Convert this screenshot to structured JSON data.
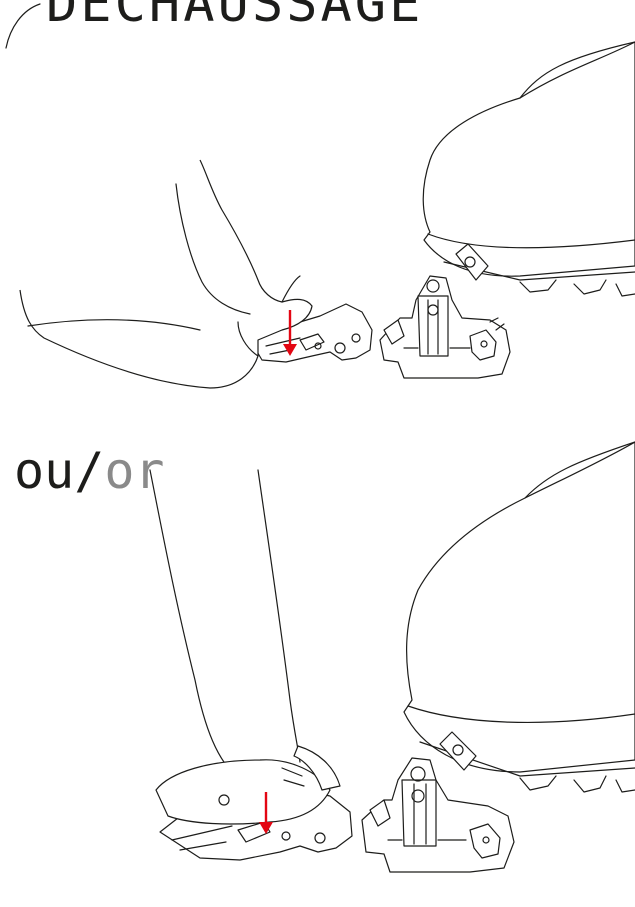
{
  "heading": {
    "text": "DECHAUSSAGE"
  },
  "separator": {
    "fr": "ou",
    "slash": "/",
    "en": "or"
  },
  "colors": {
    "line": "#1d1d1b",
    "arrow": "#e30613",
    "secondary_text": "#8a8a8a"
  },
  "icons": [
    "boot",
    "binding-toe-piece",
    "hand",
    "pole-tip",
    "release-arrow"
  ]
}
